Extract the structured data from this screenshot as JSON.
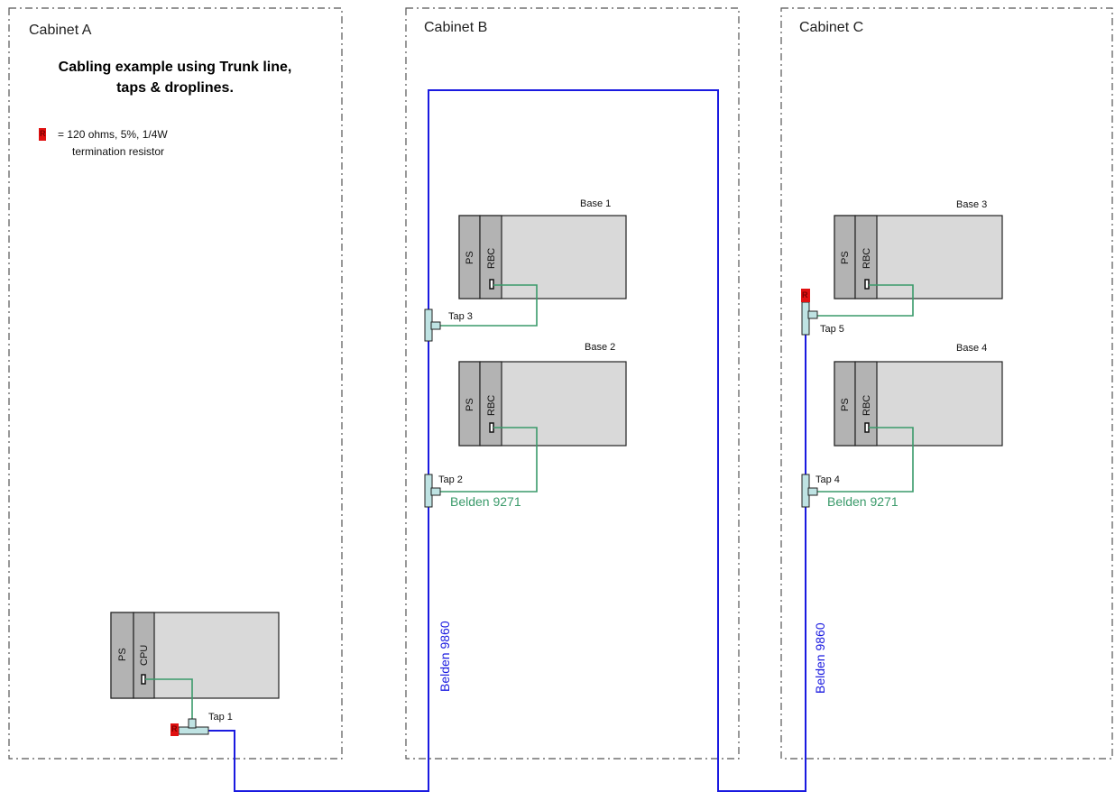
{
  "cabinets": [
    {
      "title": "Cabinet A"
    },
    {
      "title": "Cabinet B"
    },
    {
      "title": "Cabinet C"
    }
  ],
  "heading": {
    "line1": "Cabling example using Trunk line,",
    "line2": "taps & droplines."
  },
  "legend": {
    "resistor_symbol": "R",
    "line1": "= 120 ohms, 5%, 1/4W",
    "line2": "termination resistor"
  },
  "modules": {
    "ps": "PS",
    "cpu": "CPU",
    "rbc": "RBC"
  },
  "bases": [
    {
      "label": "Base 1"
    },
    {
      "label": "Base 2"
    },
    {
      "label": "Base 3"
    },
    {
      "label": "Base 4"
    }
  ],
  "taps": [
    {
      "label": "Tap 1"
    },
    {
      "label": "Tap 2"
    },
    {
      "label": "Tap 3"
    },
    {
      "label": "Tap 4"
    },
    {
      "label": "Tap 5"
    }
  ],
  "cables": {
    "trunk_label": "Belden 9860",
    "drop_label": "Belden 9271"
  },
  "colors": {
    "trunk": "#1a1ae0",
    "drop": "#3a9a6a",
    "rack_fill": "#d9d9d9",
    "module_fill": "#b3b3b3",
    "tap_fill": "#bfe3e3",
    "resistor": "#e01010"
  }
}
